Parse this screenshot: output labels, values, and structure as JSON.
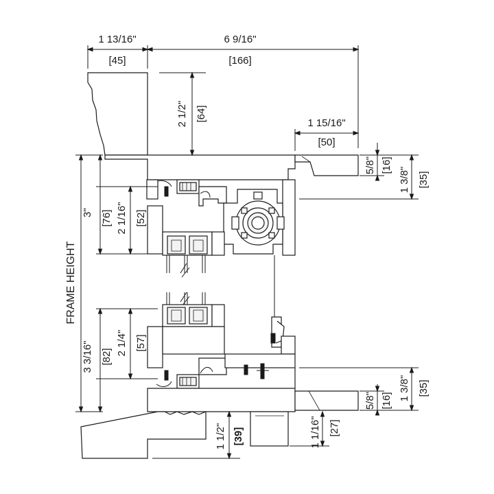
{
  "drawing": {
    "side_label": "FRAME HEIGHT",
    "dimensions": {
      "top_left_width": {
        "imperial": "1 13/16\"",
        "metric": "[45]"
      },
      "top_total_width": {
        "imperial": "6 9/16\"",
        "metric": "[166]"
      },
      "head_casing_height": {
        "imperial": "2 1/2\"",
        "metric": "[64]"
      },
      "head_ext_width": {
        "imperial": "1 15/16\"",
        "metric": "[50]"
      },
      "head_small_height": {
        "imperial": "5/8\"",
        "metric": "[16]"
      },
      "head_jamb_height": {
        "imperial": "1 3/8\"",
        "metric": "[35]"
      },
      "top_3in": {
        "imperial": "3\"",
        "metric": "[76]"
      },
      "top_sash_height": {
        "imperial": "2 1/16\"",
        "metric": "[52]"
      },
      "bottom_3in": {
        "imperial": "3 3/16\"",
        "metric": "[82]"
      },
      "bottom_sash_height": {
        "imperial": "2 1/4\"",
        "metric": "[57]"
      },
      "sill_small_height": {
        "imperial": "5/8\"",
        "metric": "[16]"
      },
      "sill_jamb_height": {
        "imperial": "1 3/8\"",
        "metric": "[35]"
      },
      "sill_stool_height": {
        "imperial": "1 1/2\"",
        "metric": "[39]"
      },
      "sill_nose_height": {
        "imperial": "1 1/16\"",
        "metric": "[27]"
      }
    }
  }
}
